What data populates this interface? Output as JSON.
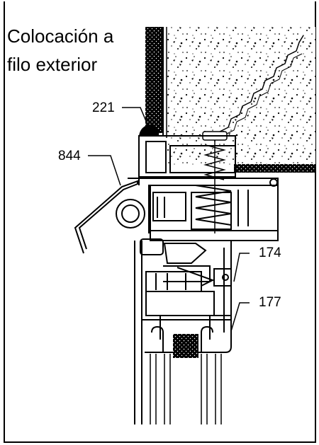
{
  "title": {
    "line1": "Colocación a",
    "line2": "filo exterior"
  },
  "callouts": [
    {
      "id": "c221",
      "label": "221"
    },
    {
      "id": "c844",
      "label": "844"
    },
    {
      "id": "c174",
      "label": "174"
    },
    {
      "id": "c177",
      "label": "177"
    }
  ],
  "colors": {
    "ink": "#000000",
    "paper": "#ffffff",
    "glass": "#d8d8d8"
  }
}
